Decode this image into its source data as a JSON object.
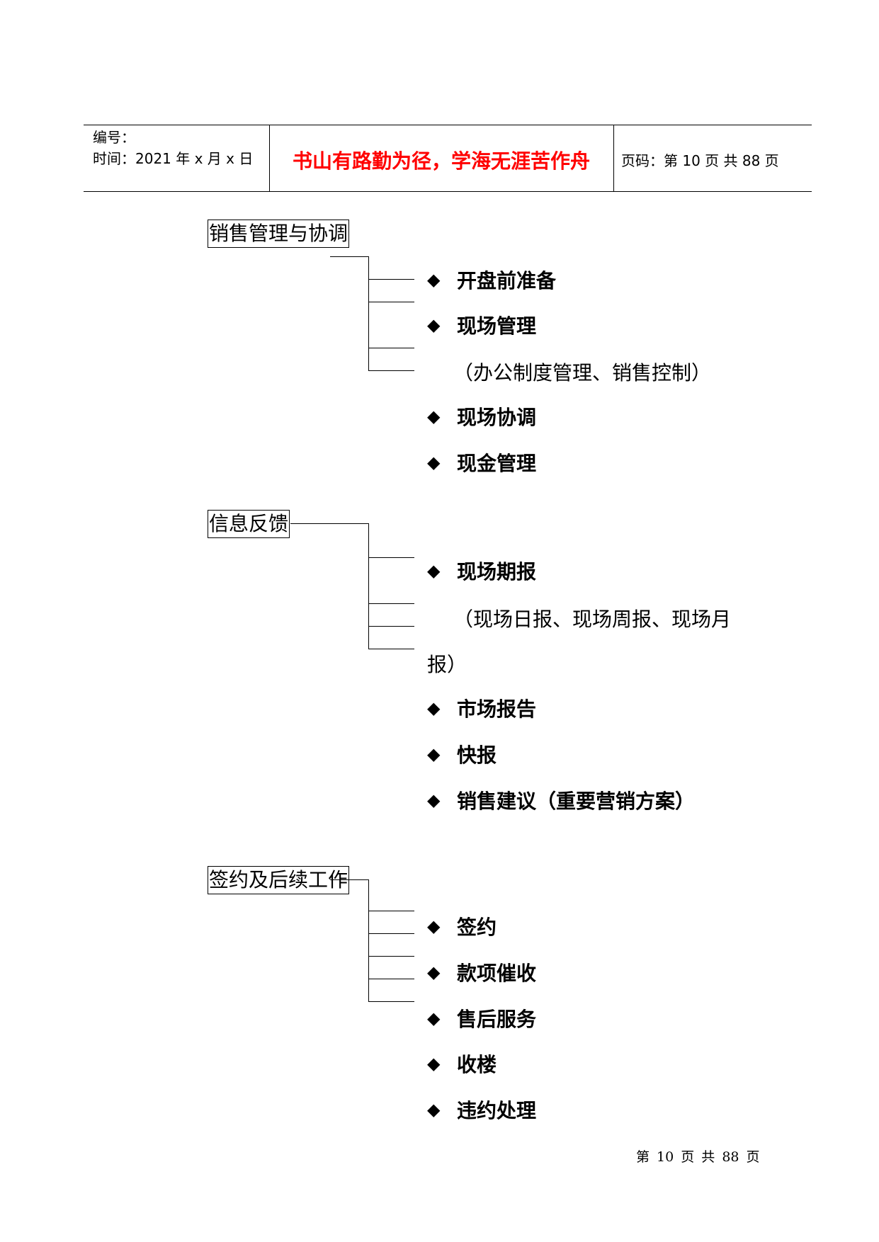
{
  "header": {
    "number_label": "编号：",
    "time_label": "时间：2021 年 x 月 x 日",
    "motto": "书山有路勤为径，学海无涯苦作舟",
    "page_info": "页码：第 10 页  共 88 页"
  },
  "sections": [
    {
      "title": "销售管理与协调",
      "items": [
        "开盘前准备",
        "现场管理",
        "现场协调",
        "现金管理"
      ],
      "note": "（办公制度管理、销售控制）"
    },
    {
      "title": "信息反馈",
      "items": [
        "现场期报",
        "市场报告",
        "快报",
        "销售建议（重要营销方案）"
      ],
      "note_line1": "（现场日报、现场周报、现场月",
      "note_line2": "报）"
    },
    {
      "title": "签约及后续工作",
      "items": [
        "签约",
        "款项催收",
        "售后服务",
        "收楼",
        "违约处理"
      ]
    }
  ],
  "bullet_icon": "diamond-bullet-icon",
  "footer": "第 10 页 共 88 页"
}
